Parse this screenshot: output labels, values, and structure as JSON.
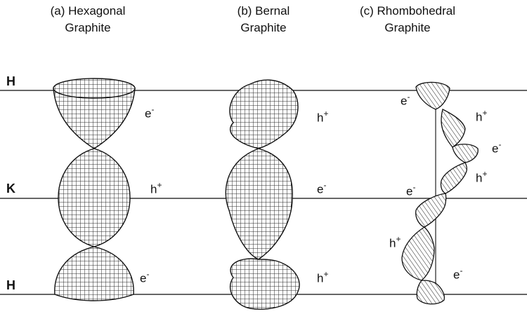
{
  "titles": [
    {
      "line1": "(a) Hexagonal",
      "line2": "Graphite"
    },
    {
      "line1": "(b) Bernal",
      "line2": "Graphite"
    },
    {
      "line1": "(c) Rhombohedral",
      "line2": "Graphite"
    }
  ],
  "k_points": {
    "top": "H",
    "middle": "K",
    "bottom": "H"
  },
  "carrier_labels": {
    "a": [
      {
        "base": "e",
        "sign": "-"
      },
      {
        "base": "h",
        "sign": "+"
      },
      {
        "base": "e",
        "sign": "-"
      }
    ],
    "b": [
      {
        "base": "h",
        "sign": "+"
      },
      {
        "base": "e",
        "sign": "-"
      },
      {
        "base": "h",
        "sign": "+"
      }
    ],
    "c": [
      {
        "base": "e",
        "sign": "-"
      },
      {
        "base": "h",
        "sign": "+"
      },
      {
        "base": "e",
        "sign": "-"
      },
      {
        "base": "h",
        "sign": "+"
      },
      {
        "base": "e",
        "sign": "-"
      },
      {
        "base": "h",
        "sign": "+"
      },
      {
        "base": "e",
        "sign": "-"
      }
    ]
  }
}
